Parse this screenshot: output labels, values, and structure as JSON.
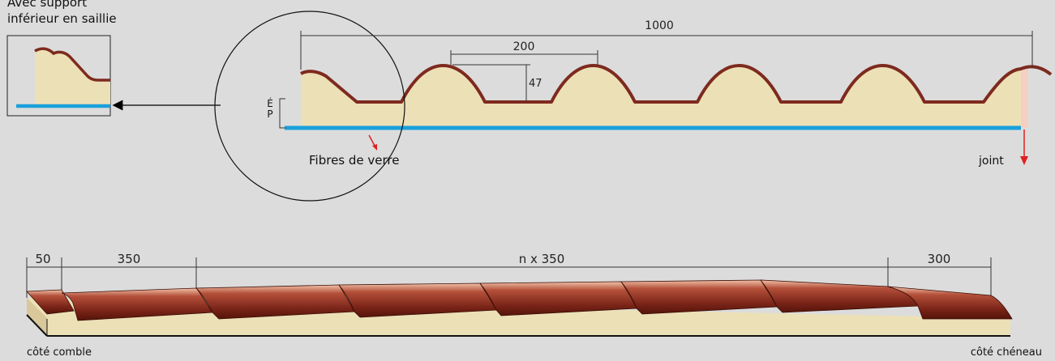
{
  "inset": {
    "label_line1": "Avec support",
    "label_line2": "inférieur en saillie"
  },
  "profile": {
    "width_dim": "1000",
    "wave_pitch_dim": "200",
    "wave_height_dim": "47",
    "thickness_label": "ÉP",
    "fibre_label": "Fibres de verre",
    "joint_label": "joint"
  },
  "lengths": {
    "dim_left": "50",
    "dim_first": "350",
    "dim_middle": "n x 350",
    "dim_last": "300",
    "left_end_label": "côté comble",
    "right_end_label": "côté chéneau"
  },
  "colors": {
    "background": "#dcdcdc",
    "panel_core": "#ece0b6",
    "tile_red": "#7e2a1f",
    "fibre_blue": "#1aa0dc",
    "arrow_red": "#e02020",
    "joint_pink": "#f6cfc3"
  }
}
